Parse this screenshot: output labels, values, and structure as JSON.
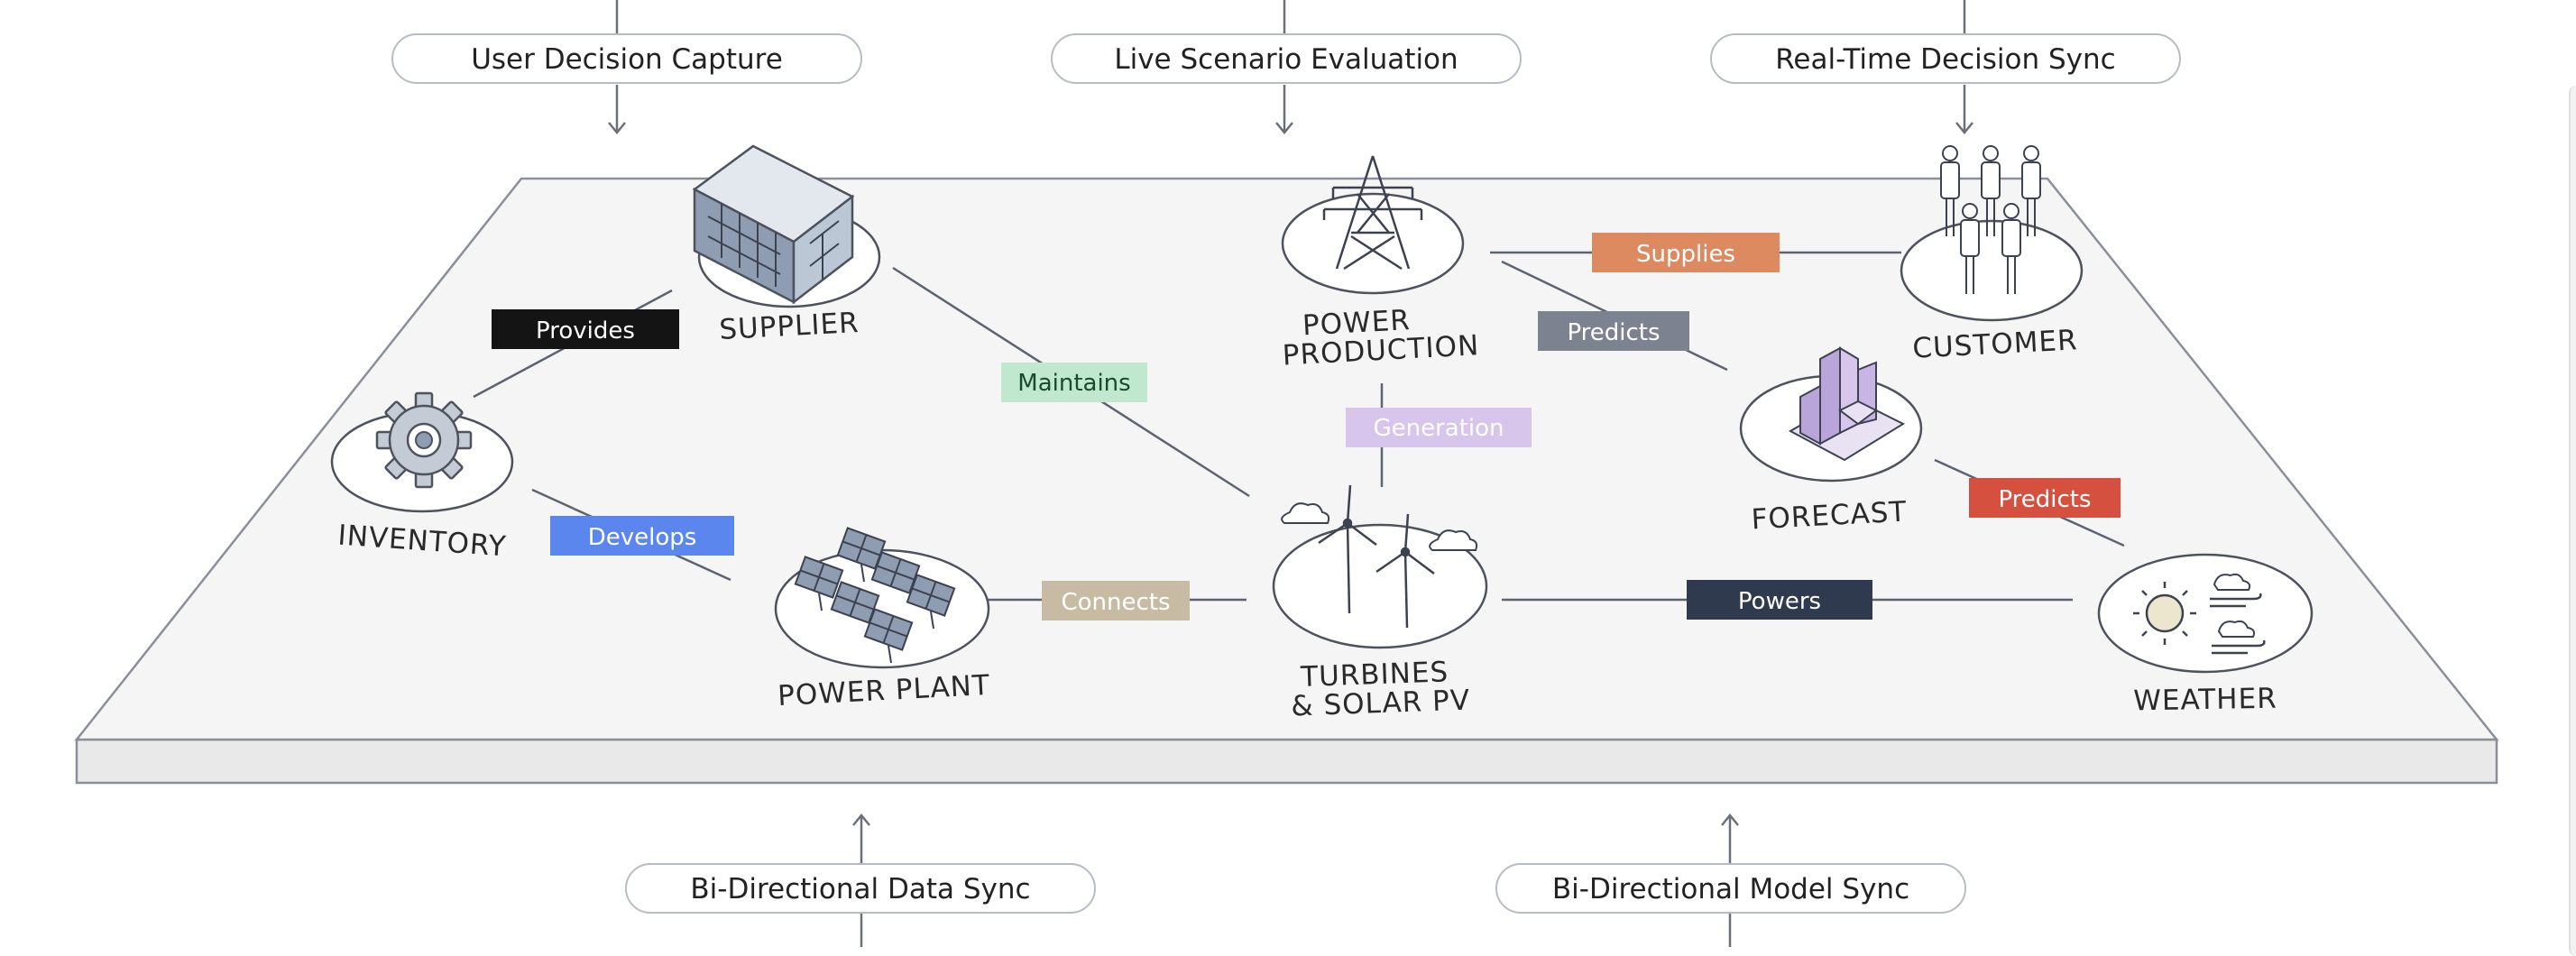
{
  "top_labels": [
    {
      "id": "user-decision-capture",
      "text": "User Decision Capture"
    },
    {
      "id": "live-scenario-evaluation",
      "text": "Live Scenario Evaluation"
    },
    {
      "id": "real-time-decision-sync",
      "text": "Real-Time Decision Sync"
    }
  ],
  "bottom_labels": [
    {
      "id": "bi-directional-data-sync",
      "text": "Bi-Directional Data Sync"
    },
    {
      "id": "bi-directional-model-sync",
      "text": "Bi-Directional Model Sync"
    }
  ],
  "nodes": {
    "supplier": {
      "lines": [
        "SUPPLIER"
      ],
      "icon": "building-icon"
    },
    "inventory": {
      "lines": [
        "INVENTORY"
      ],
      "icon": "gear-icon"
    },
    "power_plant": {
      "lines": [
        "POWER PLANT"
      ],
      "icon": "solar-panels-icon"
    },
    "power_production": {
      "lines": [
        "POWER",
        "PRODUCTION"
      ],
      "icon": "transmission-tower-icon"
    },
    "turbines": {
      "lines": [
        "TURBINES",
        "& SOLAR PV"
      ],
      "icon": "wind-turbines-icon"
    },
    "customer": {
      "lines": [
        "CUSTOMER"
      ],
      "icon": "people-icon"
    },
    "forecast": {
      "lines": [
        "FORECAST"
      ],
      "icon": "city-blocks-icon"
    },
    "weather": {
      "lines": [
        "WEATHER"
      ],
      "icon": "sun-wind-icon"
    }
  },
  "edges": [
    {
      "id": "provides",
      "text": "Provides",
      "color": "#141414"
    },
    {
      "id": "develops",
      "text": "Develops",
      "color": "#5b86ee"
    },
    {
      "id": "maintains",
      "text": "Maintains",
      "color": "#bfe8cf"
    },
    {
      "id": "connects",
      "text": "Connects",
      "color": "#c8bba3"
    },
    {
      "id": "generation",
      "text": "Generation",
      "color": "#d7c5ec"
    },
    {
      "id": "supplies",
      "text": "Supplies",
      "color": "#dd8a60"
    },
    {
      "id": "predicts-1",
      "text": "Predicts",
      "color": "#7d8290"
    },
    {
      "id": "predicts-2",
      "text": "Predicts",
      "color": "#d5503e"
    },
    {
      "id": "powers",
      "text": "Powers",
      "color": "#2f3a4f"
    }
  ]
}
